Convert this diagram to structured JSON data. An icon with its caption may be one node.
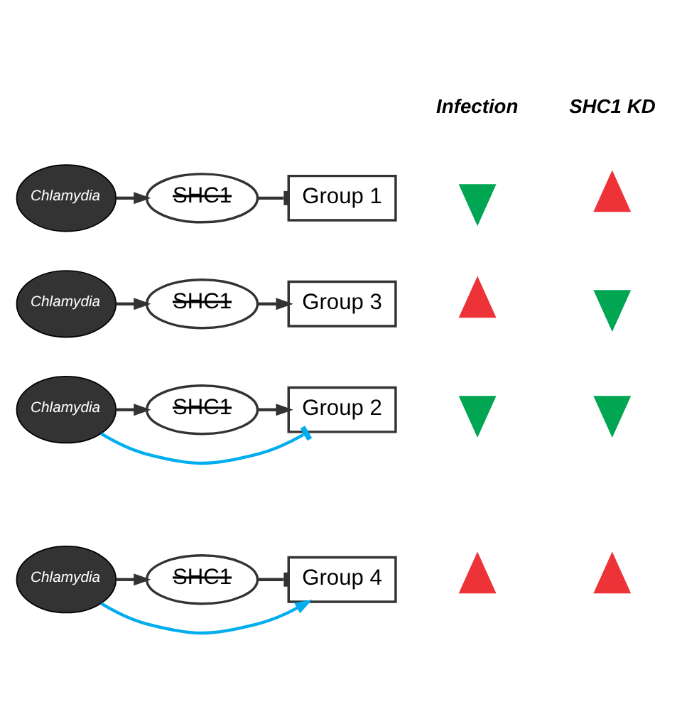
{
  "diagram": {
    "nodes": [
      {
        "text": [
          "Chlamydia"
        ]
      },
      {
        "text": [
          "SHC1"
        ]
      },
      {
        "text": [
          "Group 1"
        ]
      },
      {
        "text": [],
        "shape": "arrow"
      },
      {
        "text": [],
        "shape": "arrow"
      },
      {
        "text": [
          "Chlamydia"
        ]
      },
      {
        "text": [
          "SHC1"
        ]
      },
      {
        "text": [
          "Group 3"
        ]
      },
      {
        "text": [],
        "shape": "arrow"
      },
      {
        "text": [],
        "shape": "arrow"
      },
      {
        "text": [
          "Chlamydia"
        ]
      },
      {
        "text": [
          "SHC1"
        ]
      },
      {
        "text": [
          "Group 2"
        ]
      },
      {
        "text": [],
        "shape": "arrow"
      },
      {
        "text": [],
        "shape": "arrow"
      },
      {
        "text": [
          "Chlamydia"
        ]
      },
      {
        "text": [
          "SHC1"
        ]
      },
      {
        "text": [
          "Group 4"
        ]
      },
      {
        "text": [],
        "shape": "arrow"
      },
      {
        "text": [],
        "shape": "arrow"
      }
    ],
    "edges": [
      {
        "from": 0,
        "to": 1,
        "arrow": "to"
      },
      {
        "from": 1,
        "to": 2,
        "arrow": "other"
      },
      {
        "from": 5,
        "to": 6,
        "arrow": "to"
      },
      {
        "from": 6,
        "to": 7,
        "arrow": "to"
      },
      {
        "from": 10,
        "to": 11,
        "arrow": "to"
      },
      {
        "from": 11,
        "to": 12,
        "arrow": "to"
      },
      {
        "from": 10,
        "to": 12,
        "arrow": "other",
        "color": "#00aeef"
      },
      {
        "from": 15,
        "to": 16,
        "arrow": "to"
      },
      {
        "from": 16,
        "to": 17,
        "arrow": "other"
      },
      {
        "from": 15,
        "to": 17,
        "arrow": "to",
        "color": "#00aeef"
      }
    ],
    "labels": [
      "Infection",
      "SHC1 KD"
    ]
  }
}
